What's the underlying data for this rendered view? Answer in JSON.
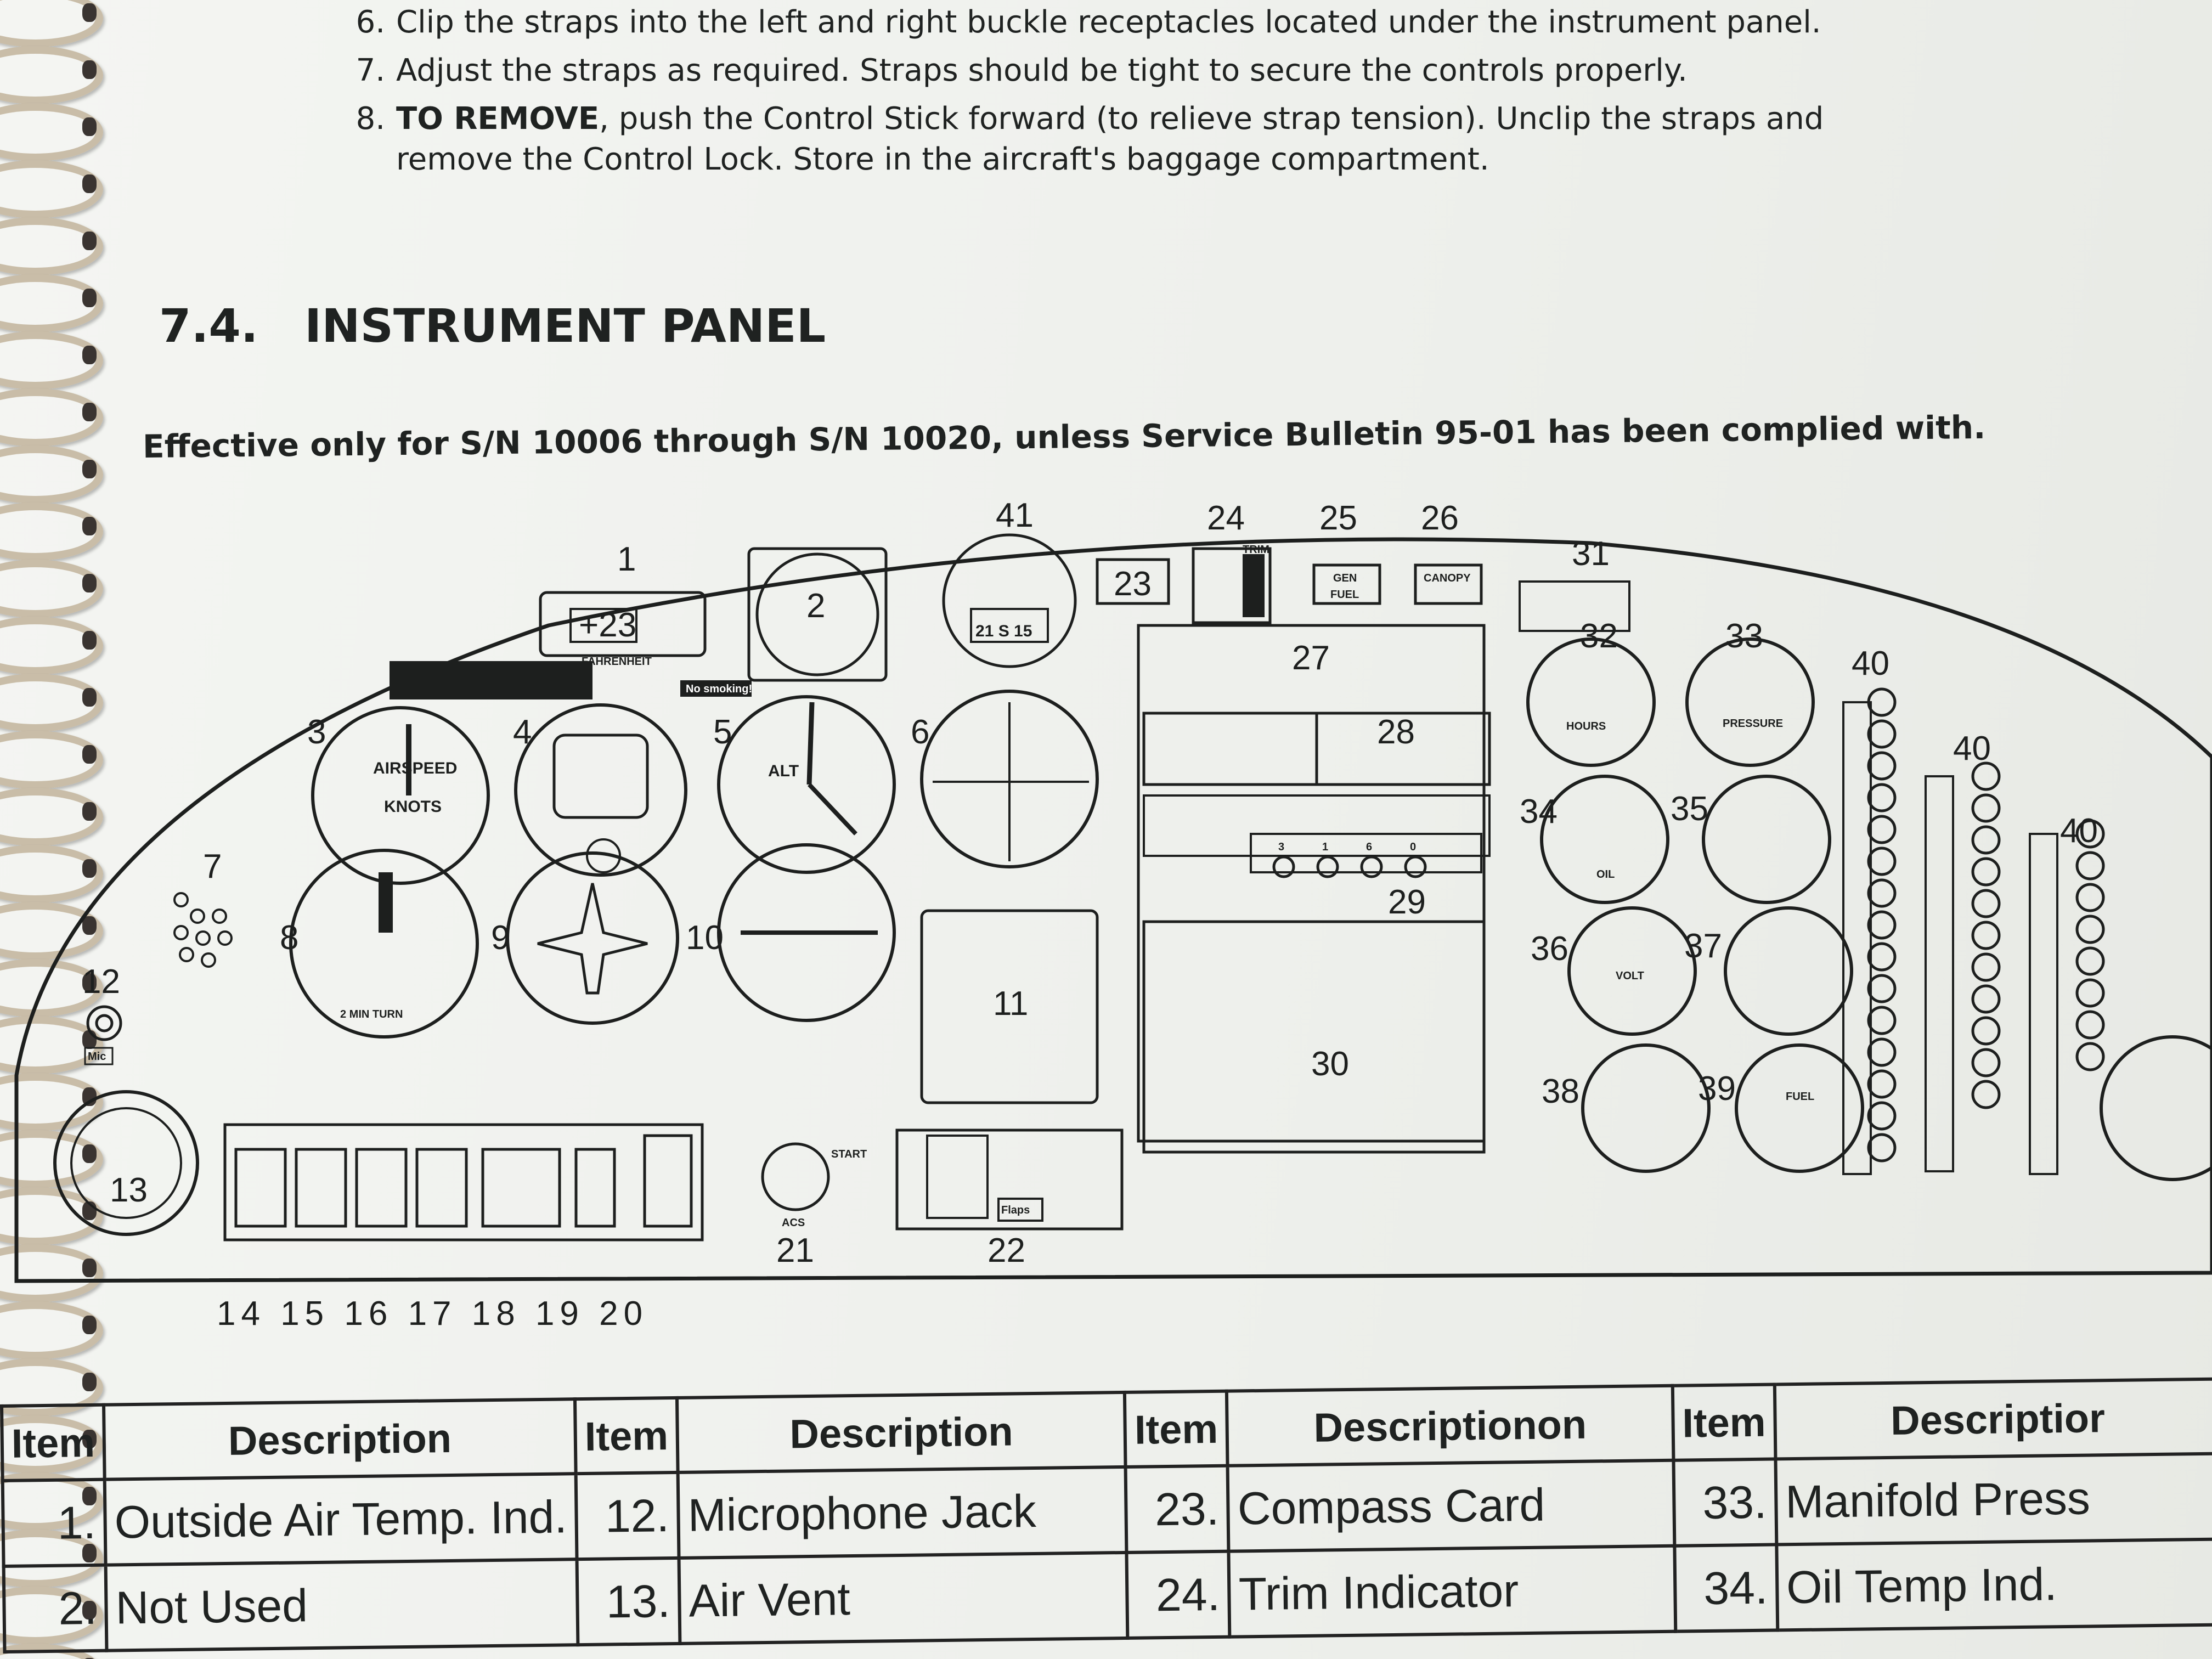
{
  "steps": [
    {
      "num": "6.",
      "text": "Clip the straps into the left and right buckle receptacles located under the instrument panel."
    },
    {
      "num": "7.",
      "text": "Adjust the straps as required. Straps should be tight to secure the controls properly."
    },
    {
      "num": "8.",
      "bold": "TO REMOVE",
      "text": ", push the Control Stick forward (to relieve strap tension). Unclip the straps and"
    },
    {
      "text": "remove the Control Lock. Store in the aircraft's baggage compartment."
    }
  ],
  "section": {
    "number": "7.4.",
    "title": "INSTRUMENT PANEL"
  },
  "effective_note": "Effective only for S/N 10006 through S/N 10020, unless Service Bulletin 95-01 has been complied with.",
  "diagram": {
    "callouts": [
      "1",
      "2",
      "3",
      "4",
      "5",
      "6",
      "7",
      "8",
      "9",
      "10",
      "11",
      "12",
      "13",
      "14",
      "15",
      "16",
      "17",
      "18",
      "19",
      "20",
      "21",
      "22",
      "23",
      "24",
      "25",
      "26",
      "27",
      "28",
      "29",
      "30",
      "31",
      "32",
      "33",
      "34",
      "35",
      "36",
      "37",
      "38",
      "39",
      "40"
    ],
    "callout_41": "41",
    "bottom_row": "14 15 16 17  18  19  20",
    "oat_value": "+23",
    "oat_unit": "FAHRENHEIT",
    "compass_readout": "21 S 15",
    "airspeed_label": "AIRSPEED",
    "knots_label": "KNOTS",
    "alt_label": "ALT",
    "turn_label": "2 MIN TURN",
    "hours_label": "HOURS",
    "pressure_label": "PRESSURE",
    "oil_label": "OIL",
    "volt_label": "VOLT",
    "fuel_label": "FUEL",
    "flaps_label": "Flaps",
    "canopy_label": "CANOPY",
    "gen_label": "GEN",
    "fuel_btn_label": "FUEL",
    "trim_label": "TRIM",
    "no_smoking": "No smoking!",
    "mic_label": "Mic",
    "acs_label": "ACS",
    "start_label": "START",
    "xpdr_digits": [
      "3",
      "1",
      "6",
      "0"
    ]
  },
  "table": {
    "headers": [
      {
        "item": "Item",
        "desc": "Description"
      },
      {
        "item": "Item",
        "desc": "Description"
      },
      {
        "item": "Item",
        "desc": "Descriptionon"
      },
      {
        "item": "Item",
        "desc": "Descriptior"
      }
    ],
    "rows": [
      [
        {
          "item": "1.",
          "desc": "Outside Air Temp. Ind."
        },
        {
          "item": "12.",
          "desc": "Microphone Jack"
        },
        {
          "item": "23.",
          "desc": "Compass Card"
        },
        {
          "item": "33.",
          "desc": "Manifold Press"
        }
      ],
      [
        {
          "item": "2.",
          "desc": "Not Used"
        },
        {
          "item": "13.",
          "desc": "Air Vent"
        },
        {
          "item": "24.",
          "desc": "Trim Indicator"
        },
        {
          "item": "34.",
          "desc": "Oil Temp Ind."
        }
      ]
    ]
  }
}
